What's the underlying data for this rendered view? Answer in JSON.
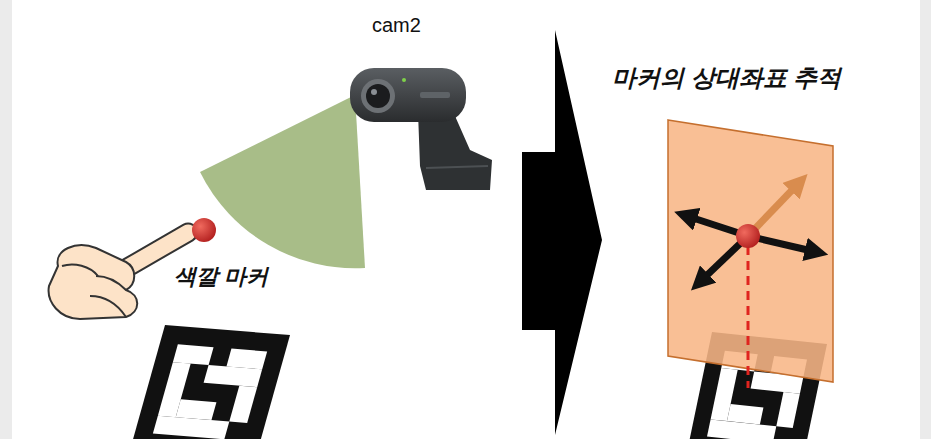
{
  "diagram": {
    "labels": [
      "cam2",
      "색깔 마커",
      "마커의 상대좌표 추적"
    ]
  }
}
